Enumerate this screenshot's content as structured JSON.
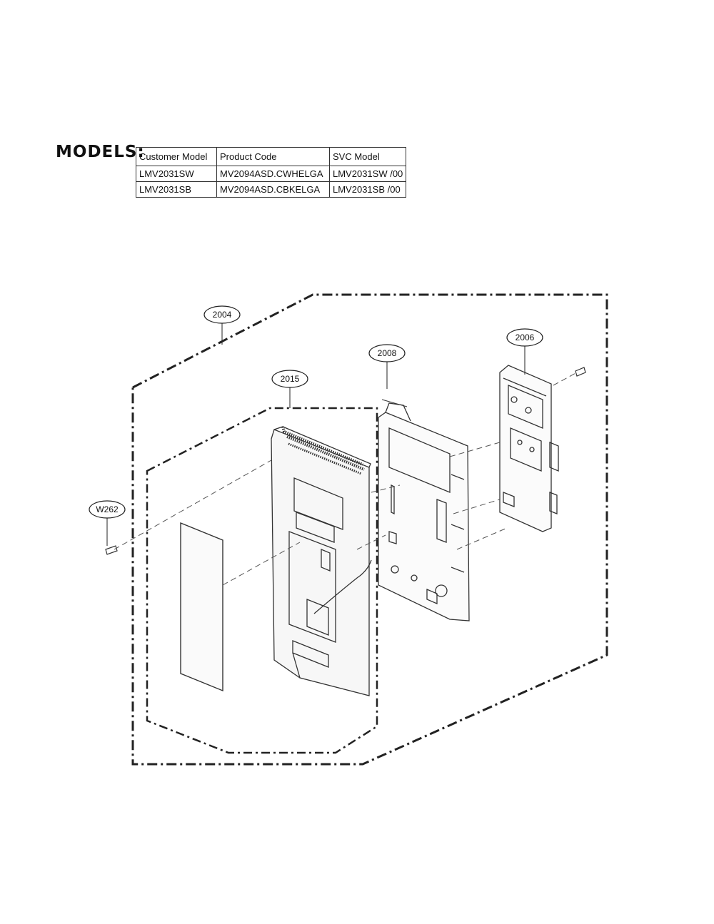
{
  "models_heading": "MODELS:",
  "models_table": {
    "headers": [
      "Customer Model",
      "Product Code",
      "SVC Model"
    ],
    "rows": [
      [
        "LMV2031SW",
        "MV2094ASD.CWHELGA",
        "LMV2031SW /00"
      ],
      [
        "LMV2031SB",
        "MV2094ASD.CBKELGA",
        "LMV2031SB /00"
      ]
    ]
  },
  "callouts": {
    "assembly": "2004",
    "panel": "2015",
    "bracket": "2008",
    "pcb": "2006",
    "screw": "W262"
  }
}
